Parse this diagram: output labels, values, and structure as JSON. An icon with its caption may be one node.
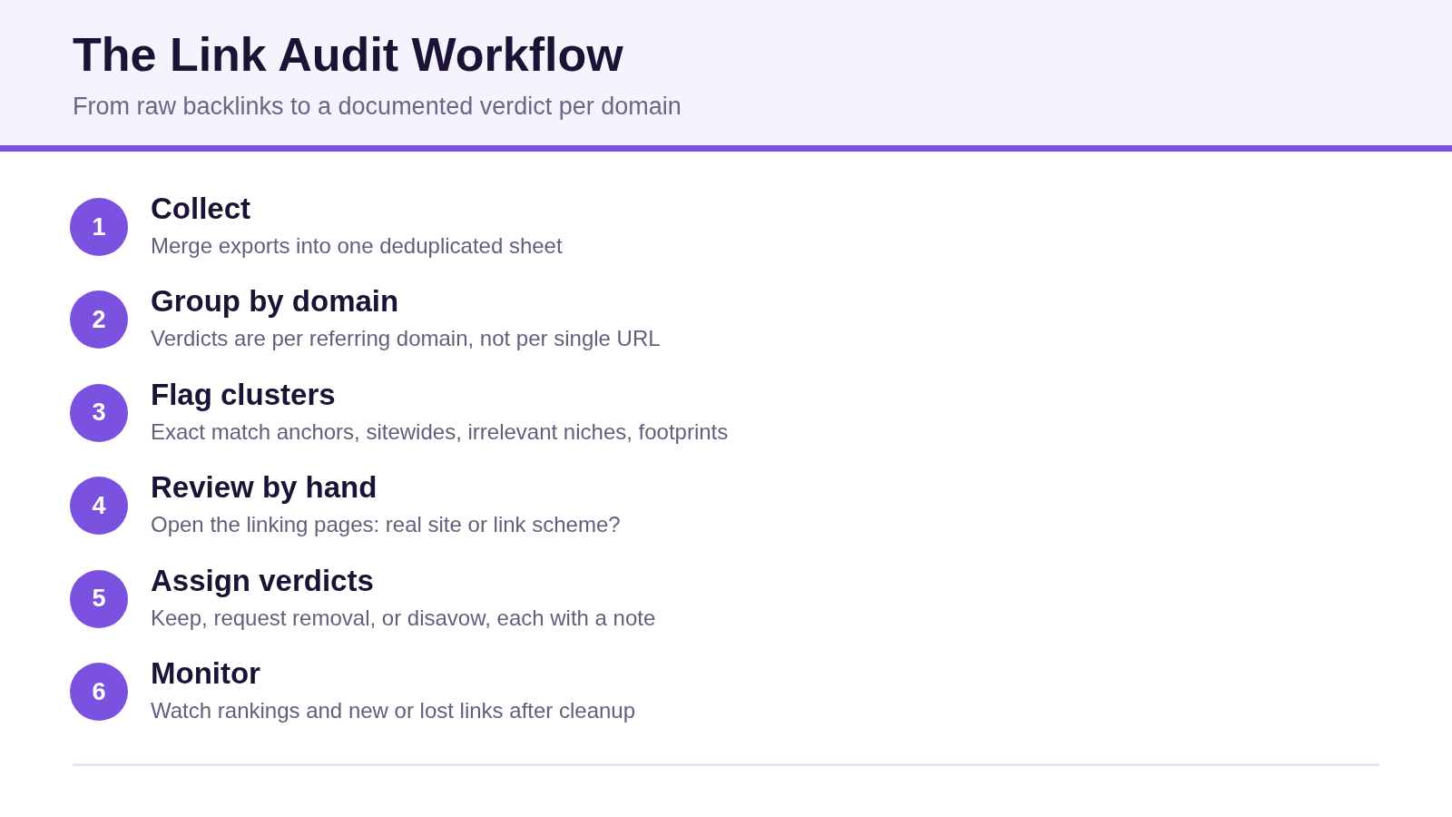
{
  "diagram": {
    "title": "The Link Audit Workflow",
    "nodes": [
      {
        "text": [
          "1"
        ],
        "beside": [
          "Collect",
          "Merge exports into one deduplicated sheet"
        ]
      },
      {
        "text": [
          "2"
        ],
        "beside": [
          "Group by domain",
          "Verdicts are per referring domain, not per single URL"
        ]
      },
      {
        "text": [
          "3"
        ],
        "beside": [
          "Flag clusters",
          "Exact match anchors, sitewides, irrelevant niches, footprints"
        ]
      },
      {
        "text": [
          "4"
        ],
        "beside": [
          "Review by hand",
          "Open the linking pages: real site or link scheme?"
        ]
      },
      {
        "text": [
          "5"
        ],
        "beside": [
          "Assign verdicts",
          "Keep, request removal, or disavow, each with a note"
        ]
      },
      {
        "text": [
          "6"
        ],
        "beside": [
          "Monitor",
          "Watch rankings and new or lost links after cleanup"
        ]
      }
    ],
    "labels": [
      "From raw backlinks to a documented verdict per domain"
    ]
  }
}
